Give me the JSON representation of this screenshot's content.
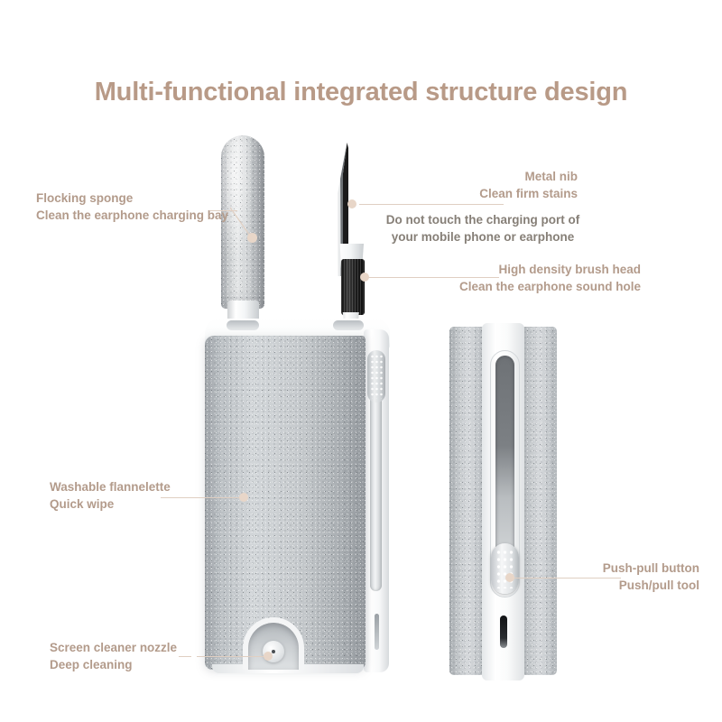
{
  "page": {
    "title": "Multi-functional integrated structure design",
    "background": "#ffffff",
    "title_color": "#b89a87",
    "label_color": "#b39b8b",
    "warning_color": "#867f77",
    "leader_color": "#e0cfc2"
  },
  "annotations": {
    "flocking_sponge": {
      "line1": "Flocking sponge",
      "line2": "Clean the earphone charging bay"
    },
    "metal_nib": {
      "line1": "Metal nib",
      "line2": "Clean firm stains"
    },
    "warning": {
      "line1": "Do not touch the charging port of",
      "line2": "your mobile phone or earphone"
    },
    "brush_head": {
      "line1": "High density brush head",
      "line2": "Clean the earphone sound hole"
    },
    "flannelette": {
      "line1": "Washable flannelette",
      "line2": "Quick wipe"
    },
    "nozzle": {
      "line1": "Screen cleaner nozzle",
      "line2": "Deep cleaning"
    },
    "push_pull": {
      "line1": "Push-pull button",
      "line2": "Push/pull tool"
    }
  },
  "product": {
    "left_device_name": "cleaning kit with tools extended",
    "right_device_name": "cleaning kit side view",
    "parts": {
      "sponge": "flocking-sponge-tip",
      "nib": "metal-nib-blade",
      "brush": "high-density-brush-head",
      "case": "flannelette-case-body",
      "slider": "push-pull-slider-button",
      "nozzle": "screen-cleaner-nozzle",
      "port": "charging-port-slot"
    }
  }
}
